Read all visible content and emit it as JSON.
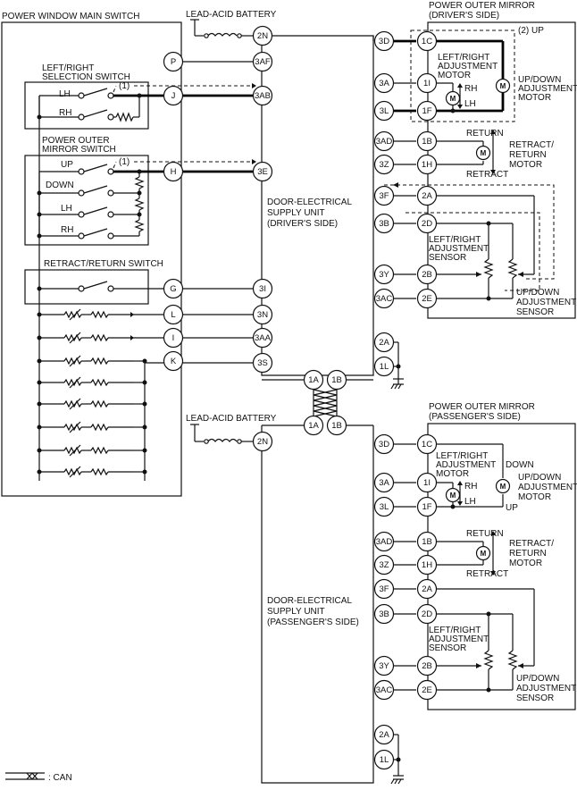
{
  "titles": {
    "pwms": "POWER WINDOW MAIN SWITCH",
    "battery_top": "LEAD-ACID BATTERY",
    "battery_bottom": "LEAD-ACID BATTERY",
    "mirror_driver_l1": "POWER OUTER MIRROR",
    "mirror_driver_l2": "(DRIVER'S SIDE)",
    "mirror_pass_l1": "POWER OUTER MIRROR",
    "mirror_pass_l2": "(PASSENGER'S SIDE)"
  },
  "switch_labels": {
    "lr_sel_1": "LEFT/RIGHT",
    "lr_sel_2": "SELECTION SWITCH",
    "pom_sw_1": "POWER OUTER",
    "pom_sw_2": "MIRROR SWITCH",
    "retract_sw": "RETRACT/RETURN SWITCH",
    "lh": "LH",
    "rh": "RH",
    "up": "UP",
    "down": "DOWN",
    "lh2": "LH",
    "rh2": "RH",
    "ref1a": "(1)",
    "ref1b": "(1)"
  },
  "deu_driver": [
    "DOOR-ELECTRICAL",
    "SUPPLY UNIT",
    "(DRIVER'S SIDE)"
  ],
  "deu_pass": [
    "DOOR-ELECTRICAL",
    "SUPPLY UNIT",
    "(PASSENGER'S SIDE)"
  ],
  "driver_mirror_labels": {
    "up_ref": "(2) UP",
    "lr_motor": [
      "LEFT/RIGHT",
      "ADJUSTMENT",
      "MOTOR"
    ],
    "ud_motor": [
      "UP/DOWN",
      "ADJUSTMENT",
      "MOTOR"
    ],
    "rh": "RH",
    "lh": "LH",
    "return": "RETURN",
    "retract": "RETRACT",
    "rr_motor": [
      "RETRACT/",
      "RETURN",
      "MOTOR"
    ],
    "lr_sensor": [
      "LEFT/RIGHT",
      "ADJUSTMENT",
      "SENSOR"
    ],
    "ud_sensor": [
      "UP/DOWN",
      "ADJUSTMENT",
      "SENSOR"
    ]
  },
  "pass_mirror_labels": {
    "down": "DOWN",
    "up": "UP",
    "lr_motor": [
      "LEFT/RIGHT",
      "ADJUSTMENT",
      "MOTOR"
    ],
    "ud_motor": [
      "UP/DOWN",
      "ADJUSTMENT",
      "MOTOR"
    ],
    "rh": "RH",
    "lh": "LH",
    "return": "RETURN",
    "retract": "RETRACT",
    "rr_motor": [
      "RETRACT/",
      "RETURN",
      "MOTOR"
    ],
    "lr_sensor": [
      "LEFT/RIGHT",
      "ADJUSTMENT",
      "SENSOR"
    ],
    "ud_sensor": [
      "UP/DOWN",
      "ADJUSTMENT",
      "SENSOR"
    ]
  },
  "pins": {
    "pwms": [
      "P",
      "J",
      "H",
      "G",
      "L",
      "I",
      "K"
    ],
    "deu_driver_left": [
      "2N",
      "3AF",
      "3AB",
      "3E",
      "3I",
      "3N",
      "3AA",
      "3S"
    ],
    "deu_driver_right": [
      "3D",
      "3A",
      "3L",
      "3AD",
      "3Z",
      "3F",
      "3B",
      "3Y",
      "3AC",
      "2A",
      "1L"
    ],
    "mirror_driver": [
      "1C",
      "1I",
      "1F",
      "1B",
      "1H",
      "2A",
      "2D",
      "2B",
      "2E"
    ],
    "can": [
      "1A",
      "1B",
      "1A",
      "1B"
    ],
    "deu_pass_left": [
      "2N"
    ],
    "deu_pass_right": [
      "3D",
      "3A",
      "3L",
      "3AD",
      "3Z",
      "3F",
      "3B",
      "3Y",
      "3AC",
      "2A",
      "1L"
    ],
    "mirror_pass": [
      "1C",
      "1I",
      "1F",
      "1B",
      "1H",
      "2A",
      "2D",
      "2B",
      "2E"
    ]
  },
  "motor_symbol": "M",
  "legend": {
    "can_label": ": CAN"
  }
}
